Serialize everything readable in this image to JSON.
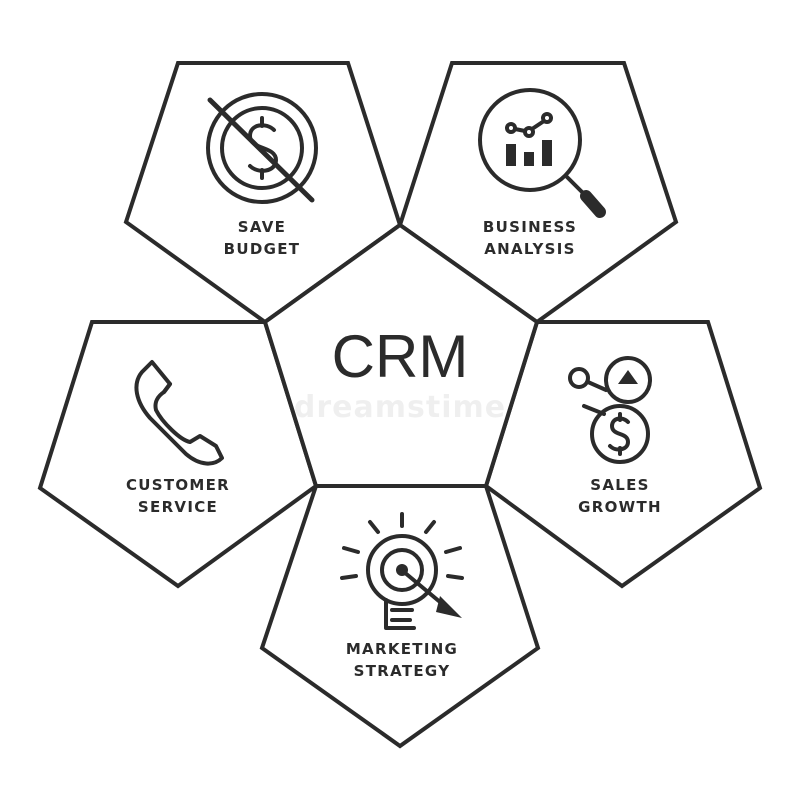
{
  "center": {
    "title": "CRM"
  },
  "segments": {
    "save_budget": {
      "line1": "SAVE",
      "line2": "BUDGET",
      "icon": "no-money-icon"
    },
    "business_analysis": {
      "line1": "BUSINESS",
      "line2": "ANALYSIS",
      "icon": "magnifier-chart-icon"
    },
    "customer_service": {
      "line1": "CUSTOMER",
      "line2": "SERVICE",
      "icon": "phone-handset-icon"
    },
    "sales_growth": {
      "line1": "SALES",
      "line2": "GROWTH",
      "icon": "dollar-growth-icon"
    },
    "marketing_strategy": {
      "line1": "MARKETING",
      "line2": "STRATEGY",
      "icon": "target-arrow-bulb-icon"
    }
  },
  "watermark": "dreamstime",
  "colors": {
    "stroke": "#2b2b2b",
    "background": "#ffffff"
  }
}
